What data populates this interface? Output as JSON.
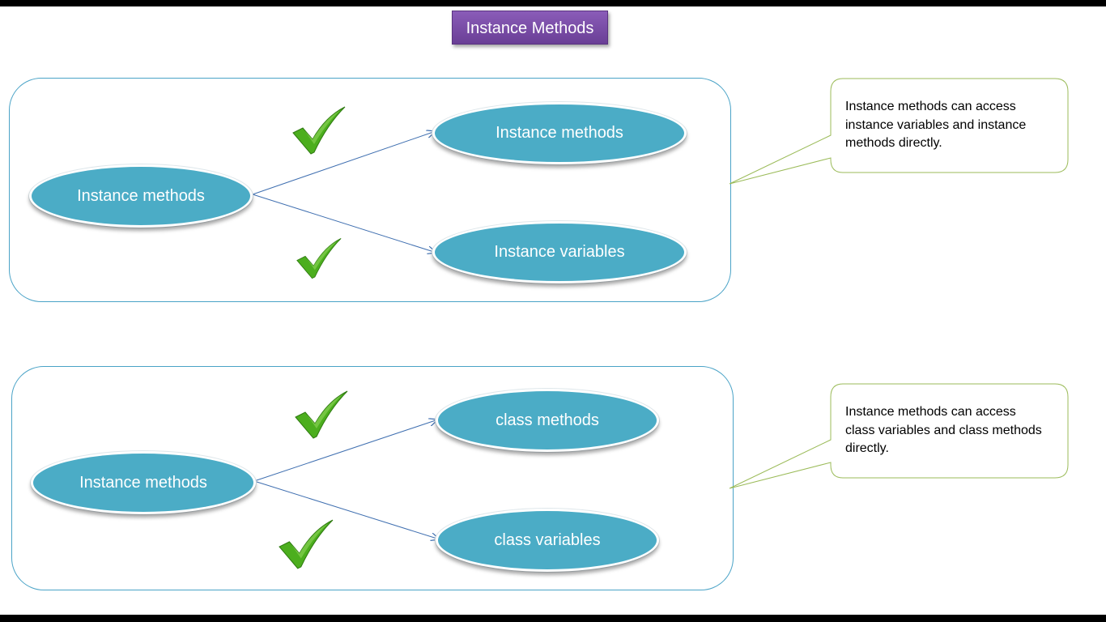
{
  "title": "Instance Methods",
  "diagrams": [
    {
      "source": "Instance methods",
      "targets": [
        "Instance methods",
        "Instance variables"
      ],
      "callout": "Instance methods can access instance variables and instance methods directly."
    },
    {
      "source": "Instance methods",
      "targets": [
        "class methods",
        "class variables"
      ],
      "callout": "Instance methods can access class variables and class methods directly."
    }
  ],
  "colors": {
    "node_fill": "#4bacc6",
    "panel_border": "#4aa3c7",
    "arrow": "#3f6fb0",
    "callout_border": "#9bbb59",
    "title_fill": "#7b4fa8",
    "check": "#4cae1e"
  },
  "icons": [
    "checkmark-icon"
  ]
}
